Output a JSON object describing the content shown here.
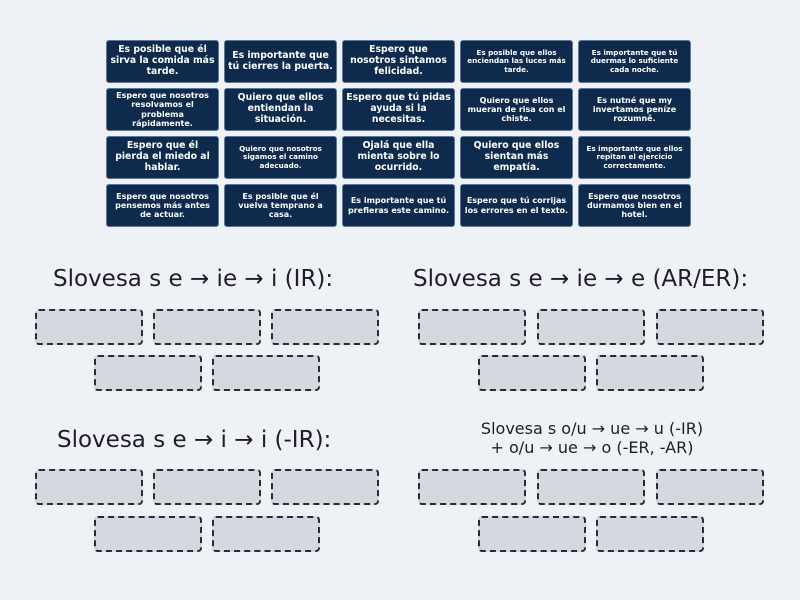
{
  "cards": [
    {
      "text": "Es posible que él sirva la comida más tarde.",
      "size": "s1"
    },
    {
      "text": "Es importante que tú cierres la puerta.",
      "size": "s1"
    },
    {
      "text": "Espero que nosotros sintamos felicidad.",
      "size": "s1"
    },
    {
      "text": "Es posible que ellos enciendan las luces más tarde.",
      "size": "s3"
    },
    {
      "text": "Es importante que tú duermas lo suficiente cada noche.",
      "size": "s3"
    },
    {
      "text": "Espero que nosotros resolvamos el problema rápidamente.",
      "size": "s2"
    },
    {
      "text": "Quiero que ellos entiendan la situación.",
      "size": "s1"
    },
    {
      "text": "Espero que tú pidas ayuda si la necesitas.",
      "size": "s1"
    },
    {
      "text": "Quiero que ellos mueran de risa con el chiste.",
      "size": "s2"
    },
    {
      "text": "Es nutné que my invertamos peníze rozumně.",
      "size": "s2"
    },
    {
      "text": "Espero que él pierda el miedo al hablar.",
      "size": "s1"
    },
    {
      "text": "Quiero que nosotros sigamos el camino adecuado.",
      "size": "s3"
    },
    {
      "text": "Ojalá que ella mienta sobre lo ocurrido.",
      "size": "s1"
    },
    {
      "text": "Quiero que ellos sientan más empatía.",
      "size": "s1"
    },
    {
      "text": "Es importante que ellos repitan el ejercicio correctamente.",
      "size": "s3"
    },
    {
      "text": "Espero que nosotros pensemos más antes de actuar.",
      "size": "s2"
    },
    {
      "text": "Es posible que él vuelva temprano a casa.",
      "size": "s2"
    },
    {
      "text": "Es importante que tú prefieras este camino.",
      "size": "s2"
    },
    {
      "text": "Espero que tú corrijas los errores en el texto.",
      "size": "s2"
    },
    {
      "text": "Espero que nosotros durmamos bien en el hotel.",
      "size": "s2"
    }
  ],
  "zones": [
    {
      "title": "Slovesa s e → ie → i (IR):"
    },
    {
      "title": "Slovesa s e → ie → e (AR/ER):"
    },
    {
      "title": "Slovesa s e → i → i (-IR):"
    },
    {
      "title_line1": "Slovesa s o/u → ue → u (-IR)",
      "title_line2": "+ o/u → ue → o (-ER, -AR)"
    }
  ]
}
